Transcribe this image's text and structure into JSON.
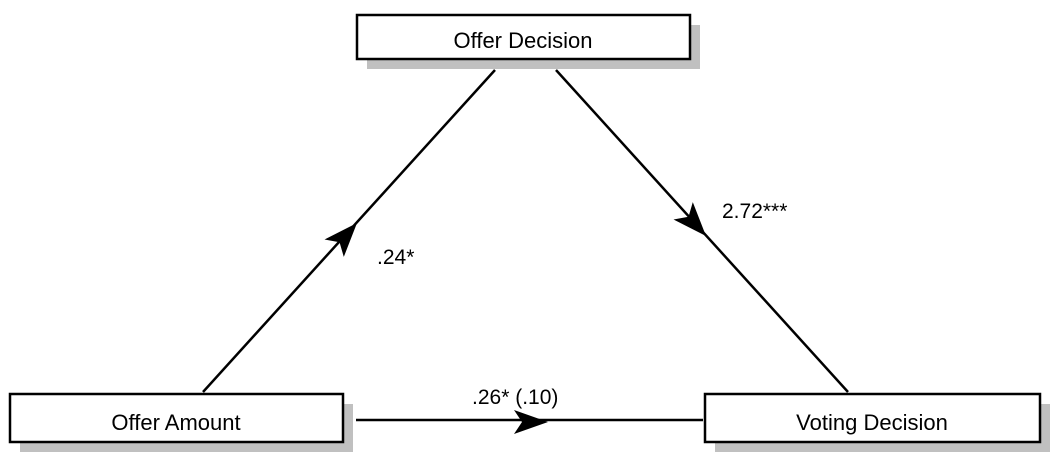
{
  "nodes": {
    "offer_decision": "Offer Decision",
    "offer_amount": "Offer Amount",
    "voting_decision": "Voting Decision"
  },
  "paths": {
    "amount_to_decision": ".24*",
    "decision_to_voting": "2.72***",
    "amount_to_voting": ".26* (.10)"
  },
  "colors": {
    "stroke": "#000000",
    "shadow": "#c0c0c0",
    "box_fill": "#ffffff"
  }
}
